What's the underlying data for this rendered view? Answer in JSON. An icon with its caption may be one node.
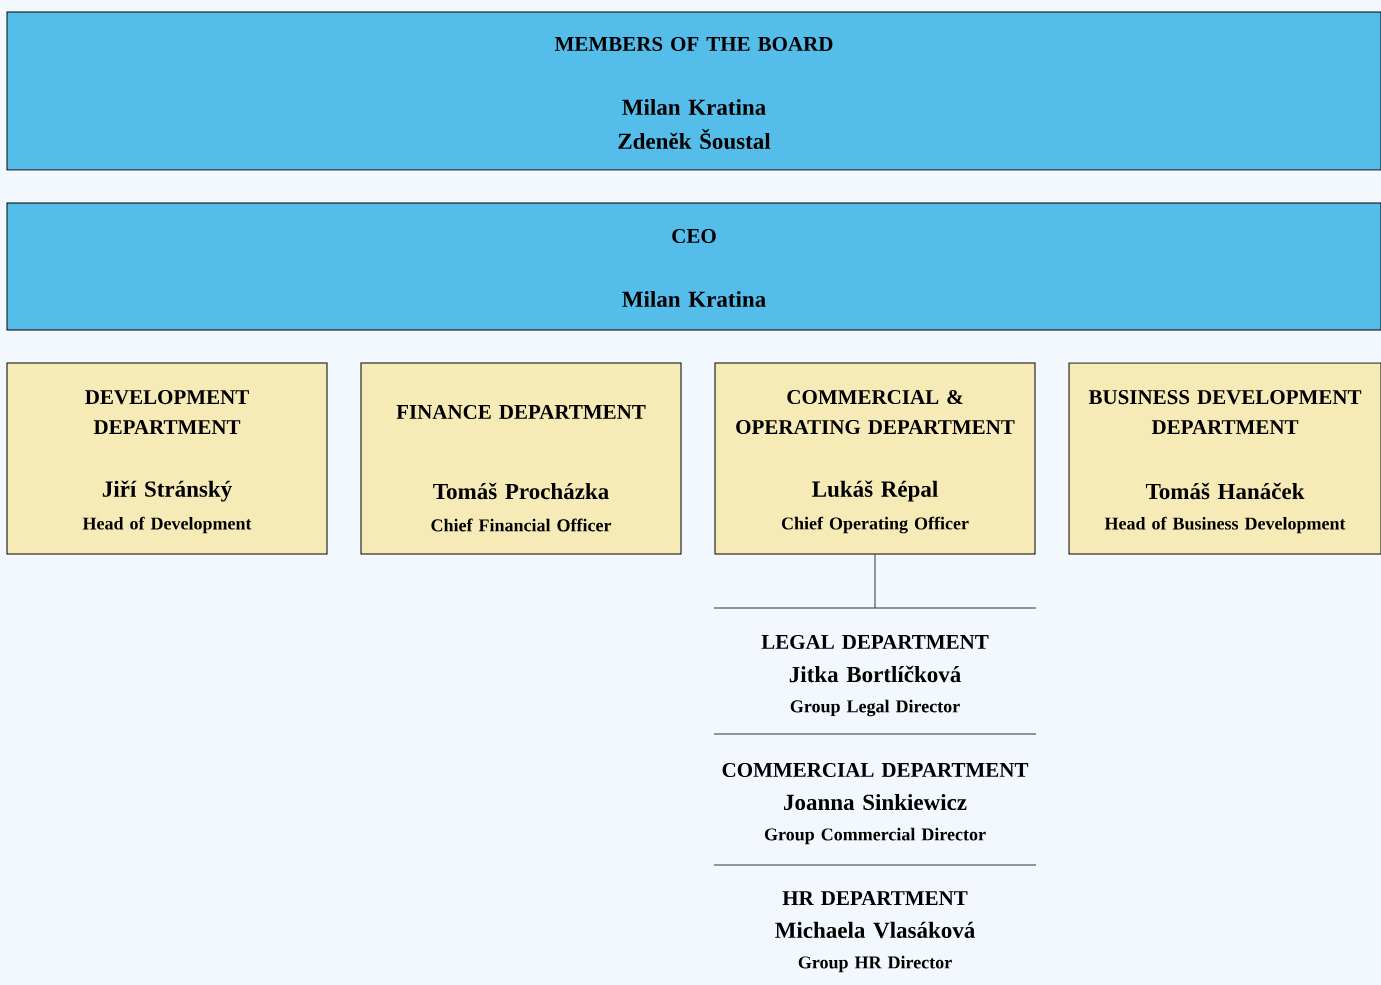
{
  "diagram": {
    "nodes": [
      {
        "text": [
          "MEMBERS OF THE BOARD",
          "Milan Kratina",
          "Zdeněk Šoustal"
        ]
      },
      {
        "text": [
          "CEO",
          "Milan Kratina"
        ]
      },
      {
        "text": [
          "DEVELOPMENT DEPARTMENT",
          "Jiří Stránský",
          "Head of Development"
        ]
      },
      {
        "text": [
          "FINANCE DEPARTMENT",
          "Tomáš Procházka",
          "Chief Financial Officer"
        ]
      },
      {
        "text": [
          "COMMERCIAL & OPERATING DEPARTMENT",
          "Lukáš Répal",
          "Chief Operating Officer"
        ]
      },
      {
        "text": [
          "BUSINESS DEVELOPMENT DEPARTMENT",
          "Tomáš Hanáček",
          "Head of Business Development"
        ]
      },
      {
        "text": [
          "LEGAL DEPARTMENT",
          "Jitka Bortlíčková",
          "Group Legal Director"
        ]
      },
      {
        "text": [
          "COMMERCIAL DEPARTMENT",
          "Joanna Sinkiewicz",
          "Group Commercial Director"
        ]
      },
      {
        "text": [
          "HR DEPARTMENT",
          "Michaela Vlasáková",
          "Group HR Director"
        ]
      }
    ],
    "edges": [
      {
        "from": 4,
        "to": 6,
        "arrow": "none"
      }
    ]
  }
}
